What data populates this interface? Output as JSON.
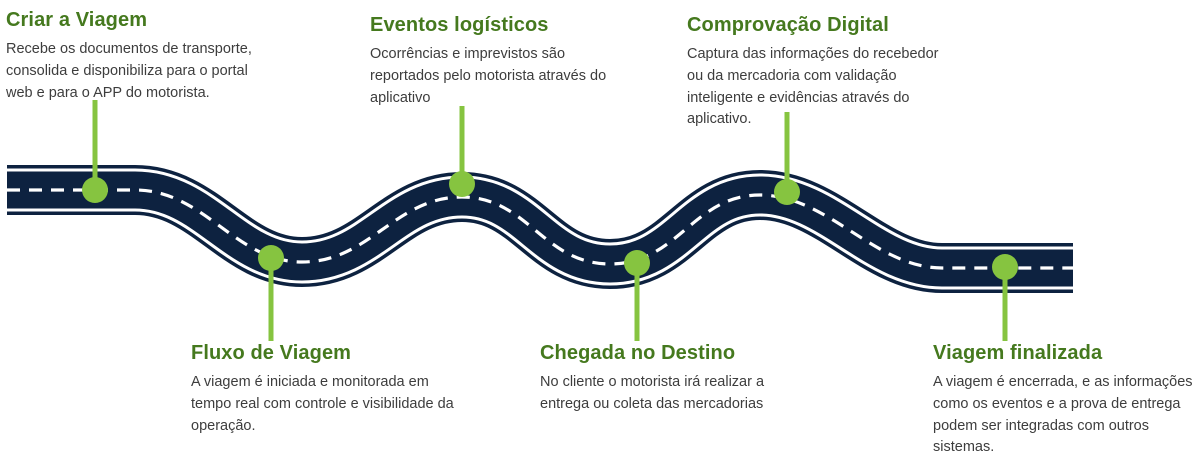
{
  "diagram": {
    "subject": "journey-lifecycle-roadmap",
    "colors": {
      "background": "#FFFFFF",
      "road_navy": "#0D2240",
      "road_line_white": "#FFFFFF",
      "accent_green": "#86C440",
      "title_green": "#45791E",
      "body_text": "#3D3D3D"
    },
    "road": {
      "style": "winding horizontal road",
      "center_line": "dashed white",
      "edge_lines": "solid white"
    },
    "milestones": [
      {
        "id": "criar-a-viagem",
        "position": "top",
        "title": "Criar a Viagem",
        "description": "Recebe os documentos de transporte, consolida e disponibiliza para o portal web e para o APP do motorista."
      },
      {
        "id": "fluxo-de-viagem",
        "position": "bottom",
        "title": "Fluxo de Viagem",
        "description": "A viagem é iniciada e monitorada em tempo real com controle e visibilidade da operação."
      },
      {
        "id": "eventos-logisticos",
        "position": "top",
        "title": "Eventos logísticos",
        "description": "Ocorrências e imprevistos são reportados pelo motorista através do aplicativo"
      },
      {
        "id": "chegada-no-destino",
        "position": "bottom",
        "title": "Chegada no Destino",
        "description": "No cliente o motorista irá realizar a entrega ou coleta das mercadorias"
      },
      {
        "id": "comprovacao-digital",
        "position": "top",
        "title": "Comprovação Digital",
        "description": "Captura das informações do recebedor ou da mercadoria com validação inteligente e evidências através do aplicativo."
      },
      {
        "id": "viagem-finalizada",
        "position": "bottom",
        "title": "Viagem finalizada",
        "description": "A viagem é encerrada, e as informações como os eventos e a prova de entrega podem ser integradas com outros sistemas."
      }
    ]
  }
}
